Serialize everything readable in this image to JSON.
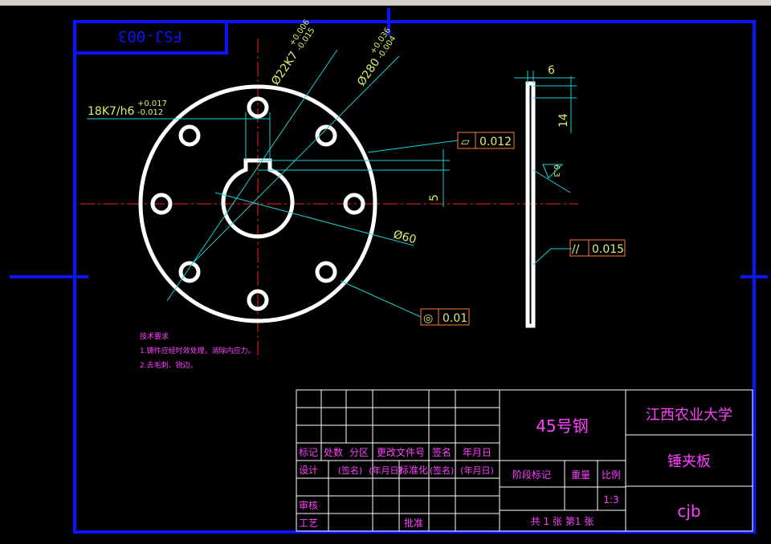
{
  "drawing_code": "FSJ-003",
  "colors": {
    "frame": "#0a14ff",
    "part": "#ffffff",
    "centerline": "#ff2020",
    "dimension": "#19d2d2",
    "dim_text": "#d7f06e",
    "tol_box": "#ff7a2e",
    "title_text": "#ff40ff",
    "table_line": "#ffffff"
  },
  "dimensions": {
    "hole_fit": "18K7/h6",
    "hole_fit_upper": "+0.017",
    "hole_fit_lower": "-0.012",
    "bore": "Ø22K7",
    "bore_upper": "+0.006",
    "bore_lower": "-0.015",
    "bolt_circle": "Ø280",
    "bolt_circle_upper": "+0.036",
    "bolt_circle_lower": "-0.004",
    "outer_dia": "Ø60",
    "key_offset": "5",
    "thickness": "6",
    "edge_len": "14",
    "roughness": "6.3"
  },
  "tolerances": {
    "flatness_symbol": "▱",
    "flatness": "0.012",
    "parallel_symbol": "//",
    "parallel": "0.015",
    "concentric_symbol": "◎",
    "concentric": "0.01"
  },
  "notes": {
    "title": "技术要求",
    "line1": "1.铸件应经时效处理，消除内应力。",
    "line2": "2.去毛刺、锐边。"
  },
  "title_block": {
    "material": "45号钢",
    "school": "江西农业大学",
    "part_name": "锤夹板",
    "designer": "cjb",
    "row_labels": [
      "标记",
      "处数",
      "分区",
      "更改文件号",
      "签名",
      "年月日"
    ],
    "design": "设计",
    "sign": "(签名)",
    "date": "(年月日)",
    "standard": "标准化",
    "sign2": "(签名)",
    "date2": "(年月日)",
    "stage": "阶段标记",
    "weight": "重量",
    "scale_label": "比例",
    "scale": "1:3",
    "review": "审核",
    "process": "工艺",
    "approve": "批准",
    "sheets": "共 1 张 第1 张"
  }
}
